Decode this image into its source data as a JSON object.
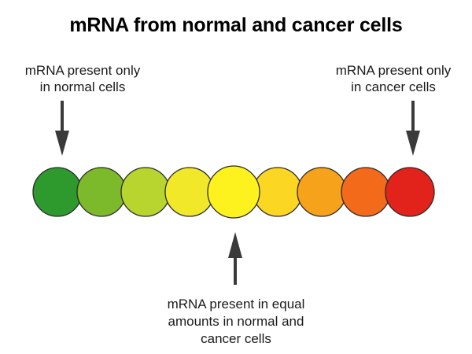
{
  "title": "mRNA from normal and cancer cells",
  "labels": {
    "normal_only": [
      "mRNA present only",
      "in normal cells"
    ],
    "cancer_only": [
      "mRNA present only",
      "in cancer cells"
    ],
    "equal": [
      "mRNA present in equal",
      "amounts in normal and",
      "cancer cells"
    ]
  },
  "circle_colors": [
    "#2e9a2e",
    "#7cba2c",
    "#b8d42e",
    "#f2e82a",
    "#fdf21e",
    "#fbd623",
    "#f7a21b",
    "#f26a1a",
    "#e2231b"
  ],
  "arrow_color": "#3a3a3a"
}
